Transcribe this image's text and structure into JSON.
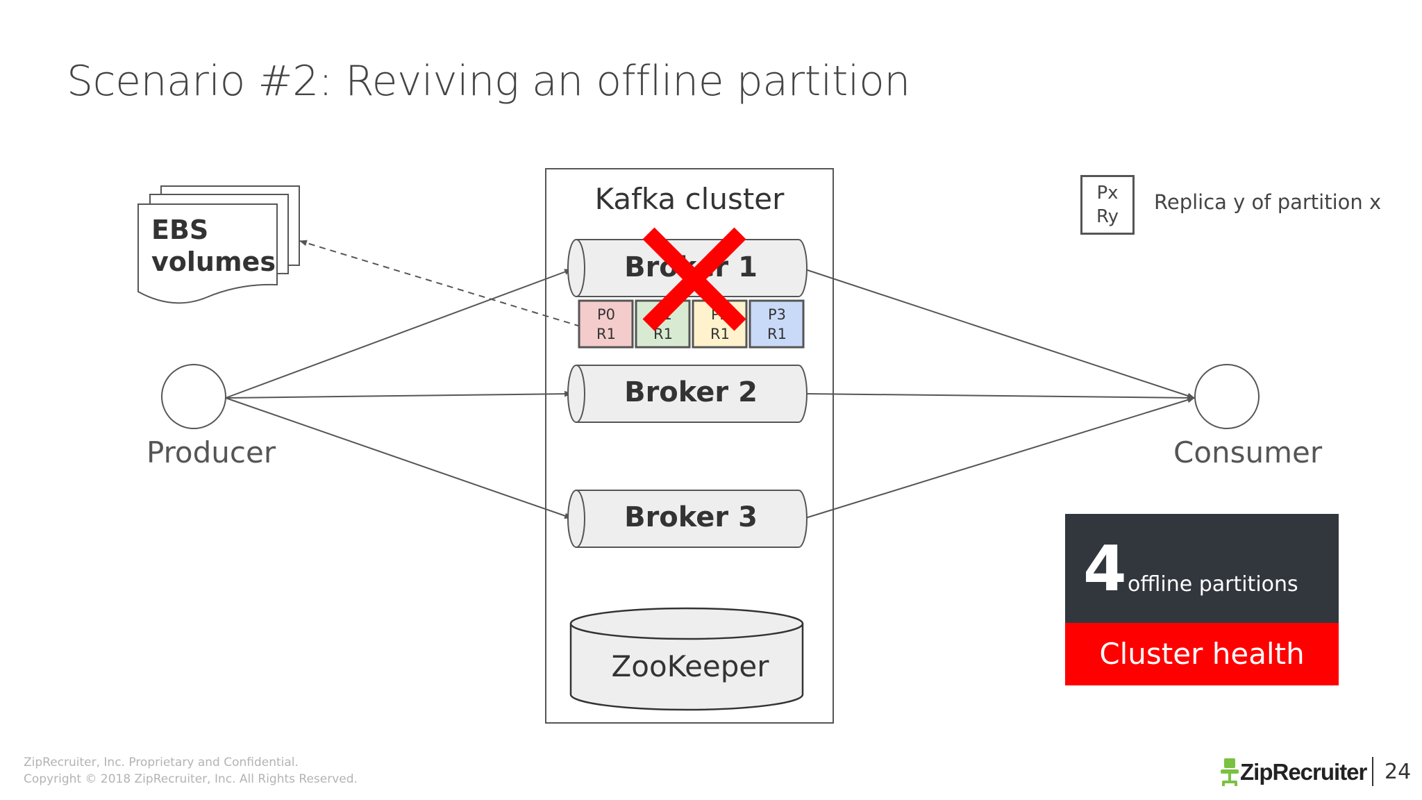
{
  "slide": {
    "title": "Scenario #2: Reviving an offline partition",
    "cluster_label": "Kafka cluster",
    "brokers": [
      {
        "label": "Broker 1",
        "failed": true
      },
      {
        "label": "Broker 2",
        "failed": false
      },
      {
        "label": "Broker 3",
        "failed": false
      }
    ],
    "partitions": [
      {
        "p": "P0",
        "r": "R1",
        "color": "#f4cccc"
      },
      {
        "p": "P1",
        "r": "R1",
        "color": "#d9ead3"
      },
      {
        "p": "P2",
        "r": "R1",
        "color": "#fff2cc"
      },
      {
        "p": "P3",
        "r": "R1",
        "color": "#c9daf8"
      }
    ],
    "ebs_label_line1": "EBS",
    "ebs_label_line2": "volumes",
    "zookeeper_label": "ZooKeeper",
    "producer_label": "Producer",
    "consumer_label": "Consumer",
    "legend": {
      "line1": "Px",
      "line2": "Ry",
      "description": "Replica y of partition x"
    },
    "health": {
      "count": "4",
      "count_text": "offline partitions",
      "label": "Cluster health"
    },
    "footer": {
      "line1": "ZipRecruiter, Inc. Proprietary and Confidential.",
      "line2": "Copyright © 2018 ZipRecruiter, Inc. All Rights Reserved."
    },
    "logo_text": "ZipRecruiter",
    "page_number": "24",
    "colors": {
      "failure": "#ff0000",
      "health_dark": "#32373e",
      "health_red": "#ff0000"
    }
  }
}
